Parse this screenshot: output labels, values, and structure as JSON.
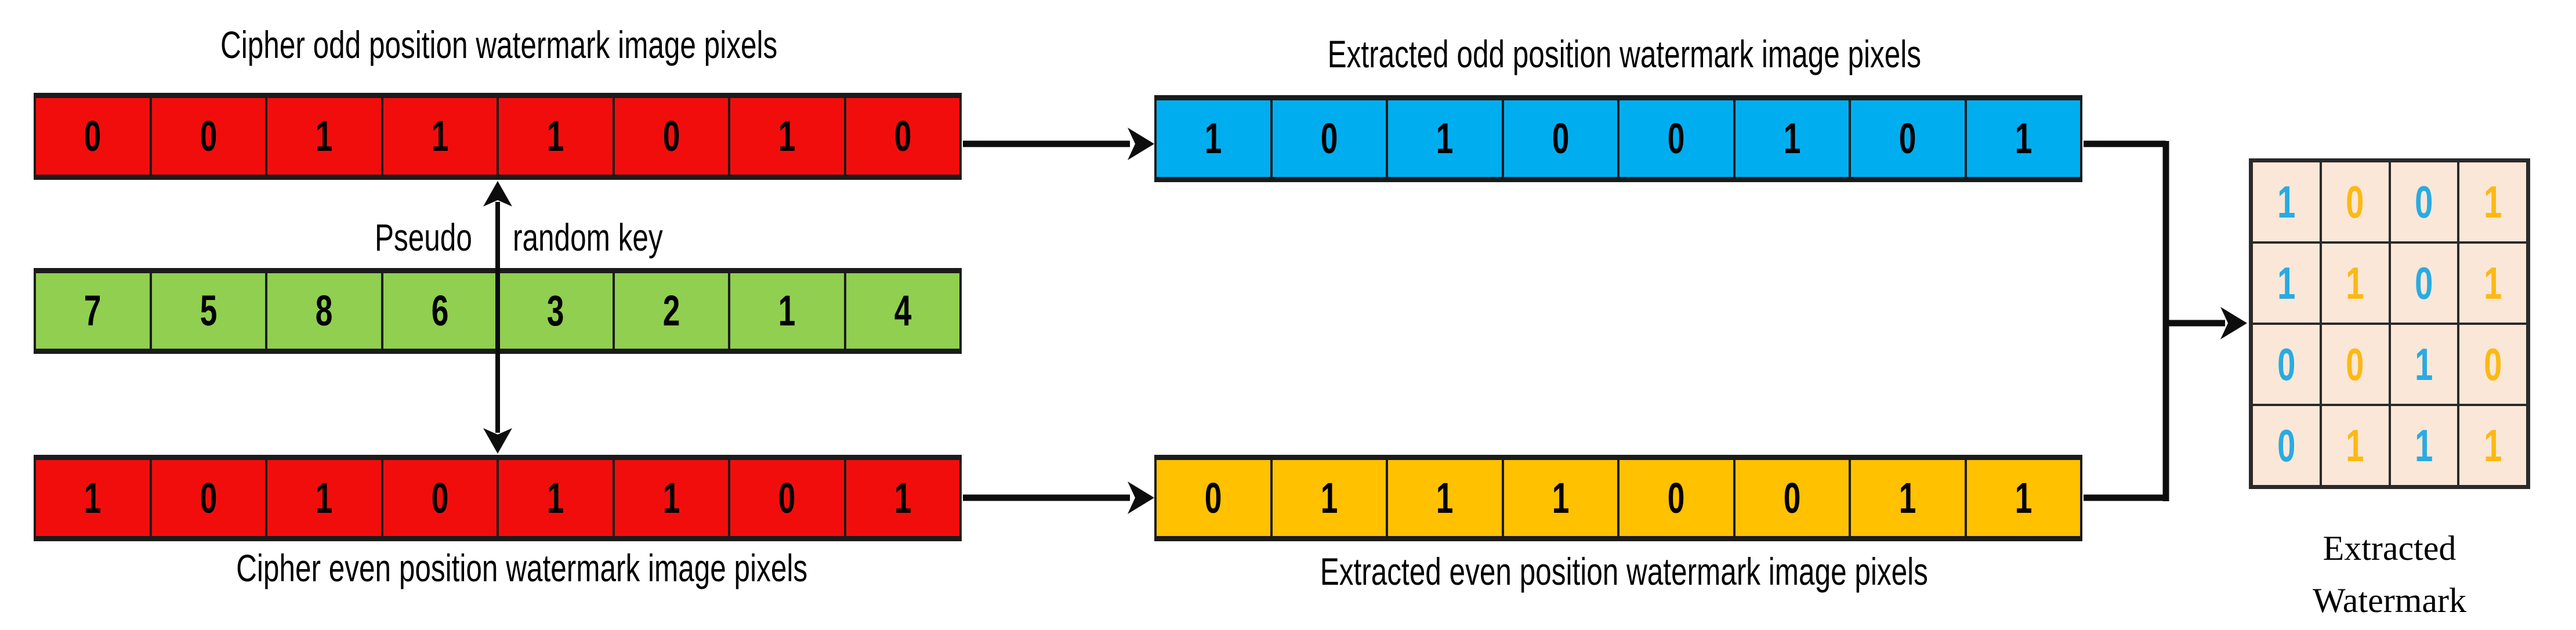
{
  "figure": {
    "title_cipher_odd": "Cipher odd position  watermark image pixels",
    "title_extracted_odd": "Extracted odd position watermark image pixels",
    "label_cipher_even": "Cipher even position watermark image pixels",
    "label_extracted_even": "Extracted even position watermark image pixels",
    "label_key_left": "Pseudo",
    "label_key_right": "random key",
    "label_watermark_line1": "Extracted",
    "label_watermark_line2": "Watermark"
  },
  "rows": {
    "cipher_odd": [
      "0",
      "0",
      "1",
      "1",
      "1",
      "0",
      "1",
      "0"
    ],
    "key": [
      "7",
      "5",
      "8",
      "6",
      "3",
      "2",
      "1",
      "4"
    ],
    "cipher_even": [
      "1",
      "0",
      "1",
      "0",
      "1",
      "1",
      "0",
      "1"
    ],
    "extracted_odd": [
      "1",
      "0",
      "1",
      "0",
      "0",
      "1",
      "0",
      "1"
    ],
    "extracted_even": [
      "0",
      "1",
      "1",
      "1",
      "0",
      "0",
      "1",
      "1"
    ]
  },
  "grid": {
    "cells": [
      [
        "1",
        "0",
        "0",
        "1"
      ],
      [
        "1",
        "1",
        "0",
        "1"
      ],
      [
        "0",
        "0",
        "1",
        "0"
      ],
      [
        "0",
        "1",
        "1",
        "1"
      ]
    ],
    "digit_color_pattern": [
      "blue",
      "gold",
      "blue",
      "gold"
    ]
  },
  "colors": {
    "row_red": "#f20d0d",
    "row_green": "#90cf4f",
    "row_blue": "#00aeef",
    "row_gold": "#ffc100",
    "grid_bg": "#fbe7d8",
    "digit_blue": "#29abe2",
    "digit_gold": "#fdb913",
    "line": "#0d0d0d"
  }
}
